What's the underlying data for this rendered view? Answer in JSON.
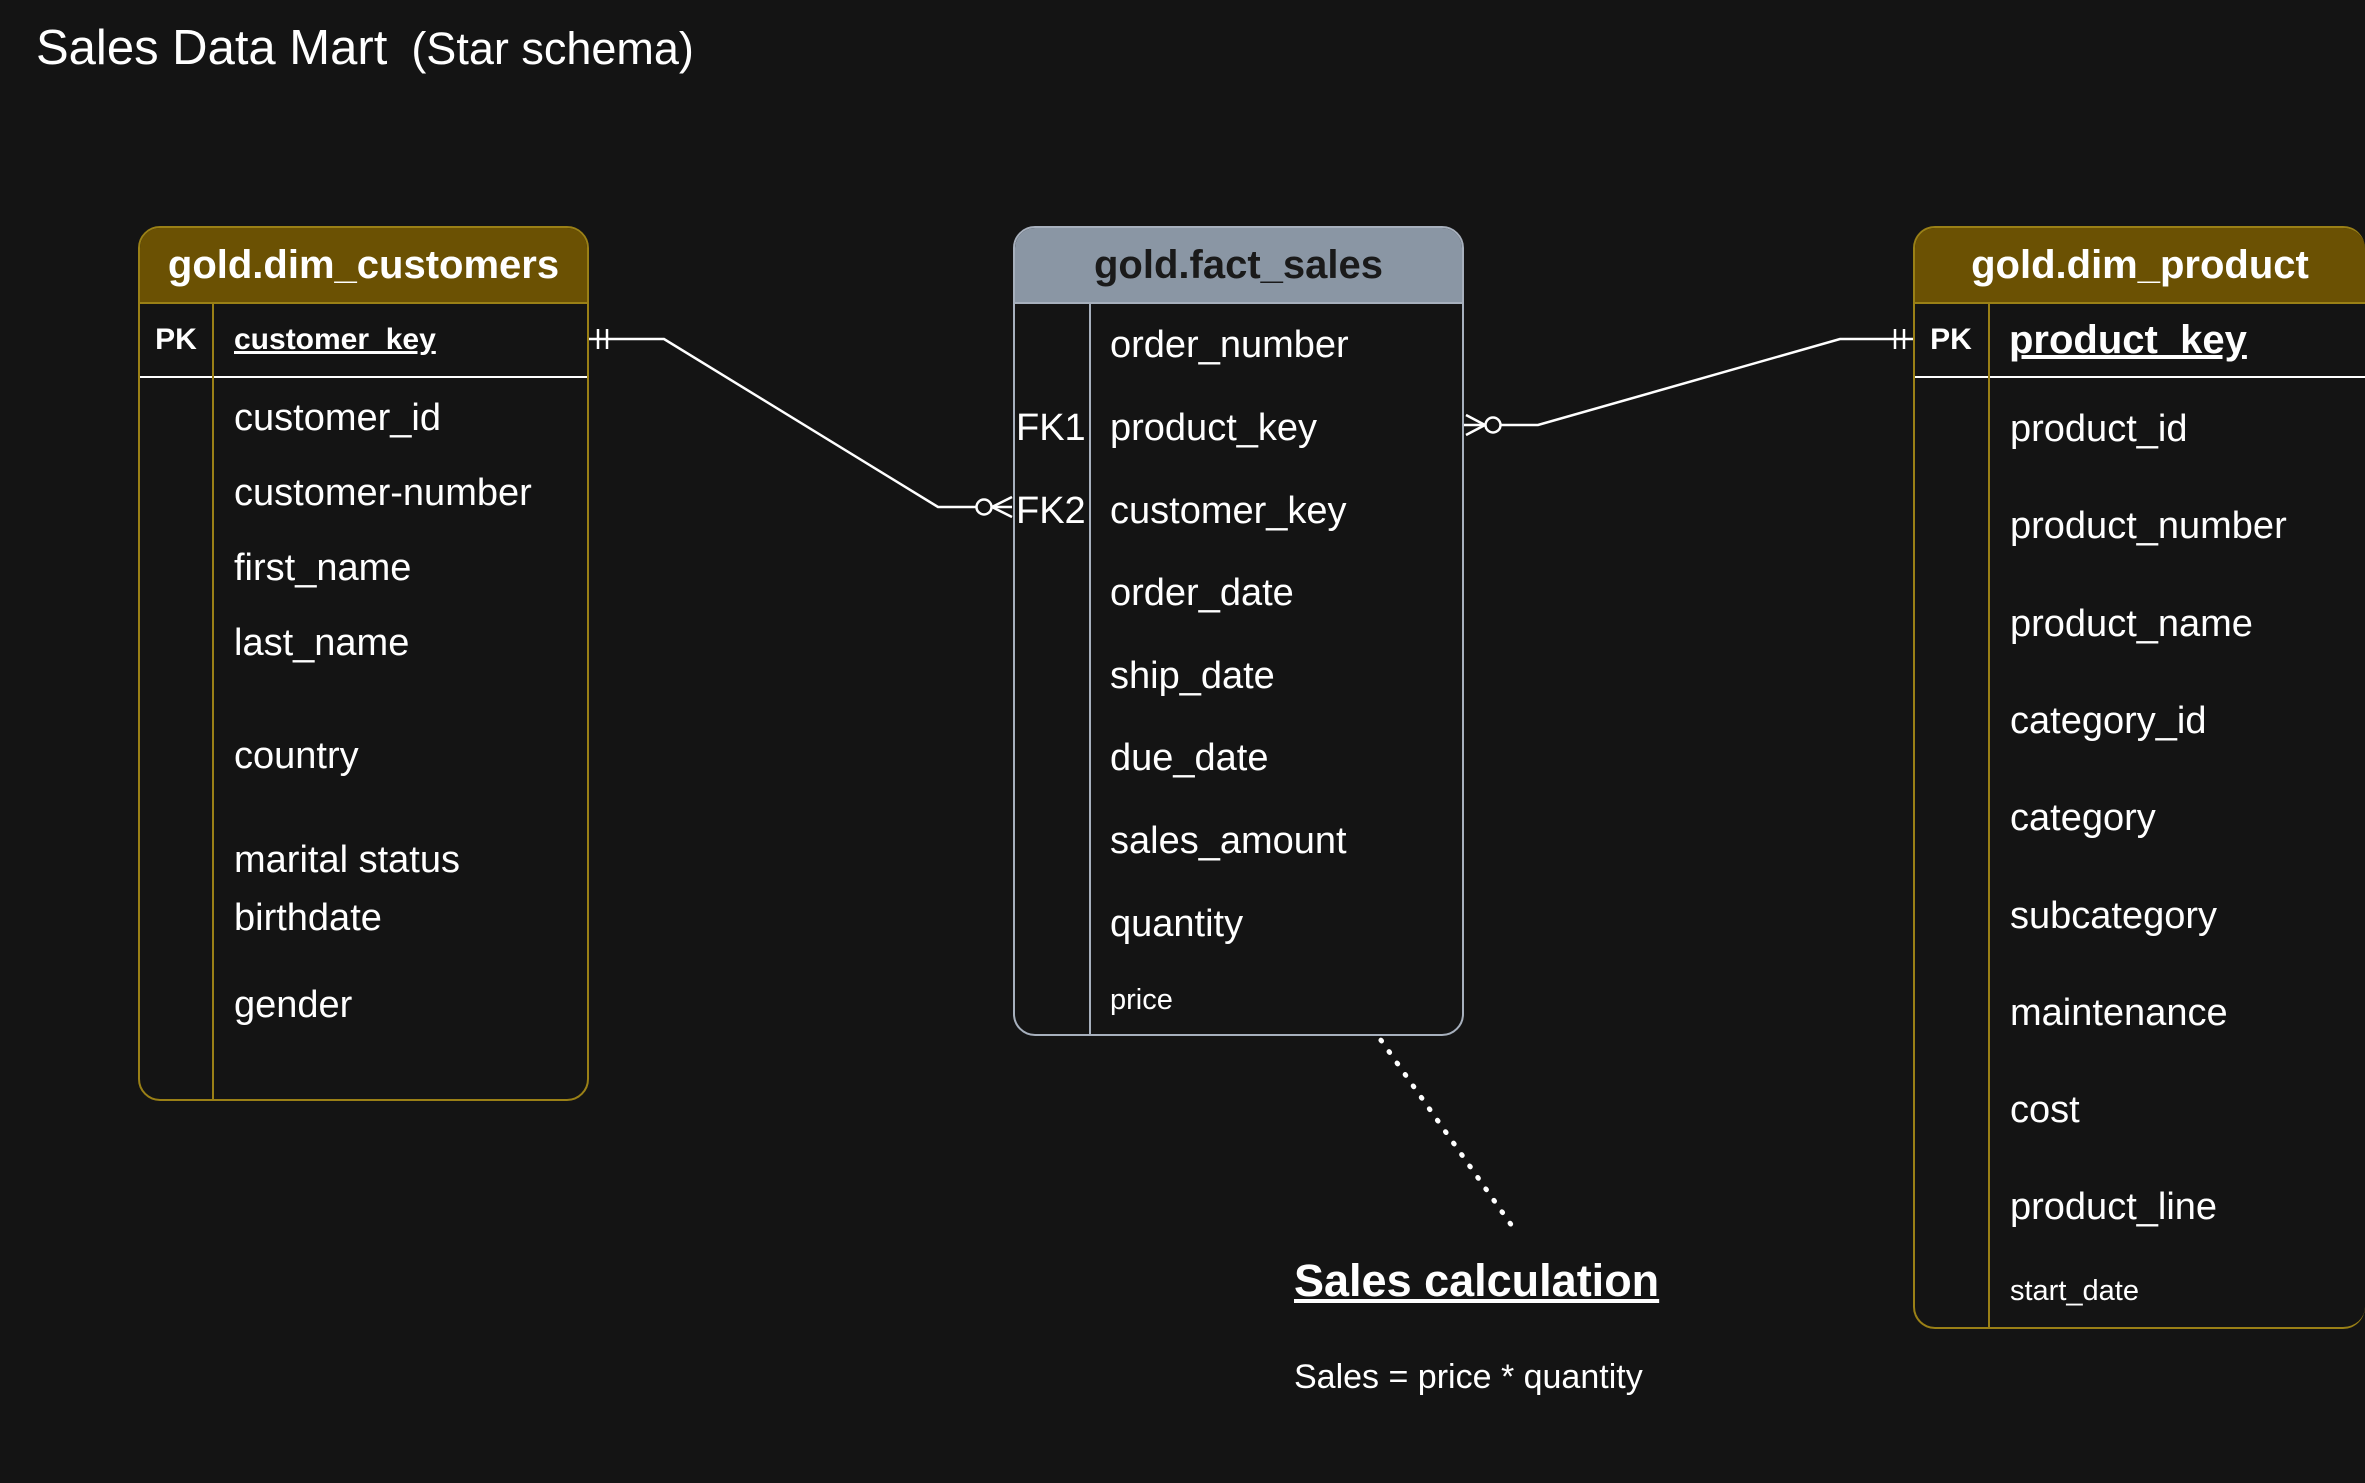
{
  "title": "Sales Data Mart",
  "subtitle": "(Star schema)",
  "dim_customers": {
    "name": "gold.dim_customers",
    "pk_label": "PK",
    "pk_field": "customer_key",
    "fields": [
      "customer_id",
      "customer-number",
      "first_name",
      "last_name",
      "country",
      "marital  status",
      "birthdate",
      "gender"
    ]
  },
  "fact_sales": {
    "name": "gold.fact_sales",
    "fields": [
      "order_number",
      "product_key",
      "customer_key",
      "order_date",
      "ship_date",
      "due_date",
      "sales_amount",
      "quantity",
      "price"
    ],
    "fk1": "FK1",
    "fk2": "FK2"
  },
  "dim_product": {
    "name": "gold.dim_product",
    "pk_label": "PK",
    "pk_field": "product_key",
    "fields": [
      "product_id",
      "product_number",
      "product_name",
      "category_id",
      "category",
      "subcategory",
      "maintenance",
      "cost",
      "product_line",
      "start_date"
    ]
  },
  "note": {
    "title": "Sales calculation",
    "text": "Sales = price * quantity"
  },
  "colors": {
    "background": "#141414",
    "dim_header": "#6b5103",
    "dim_border": "#9a8016",
    "fact_header": "#8a96a4",
    "fact_border": "#a7b0bd",
    "line": "#ffffff"
  }
}
